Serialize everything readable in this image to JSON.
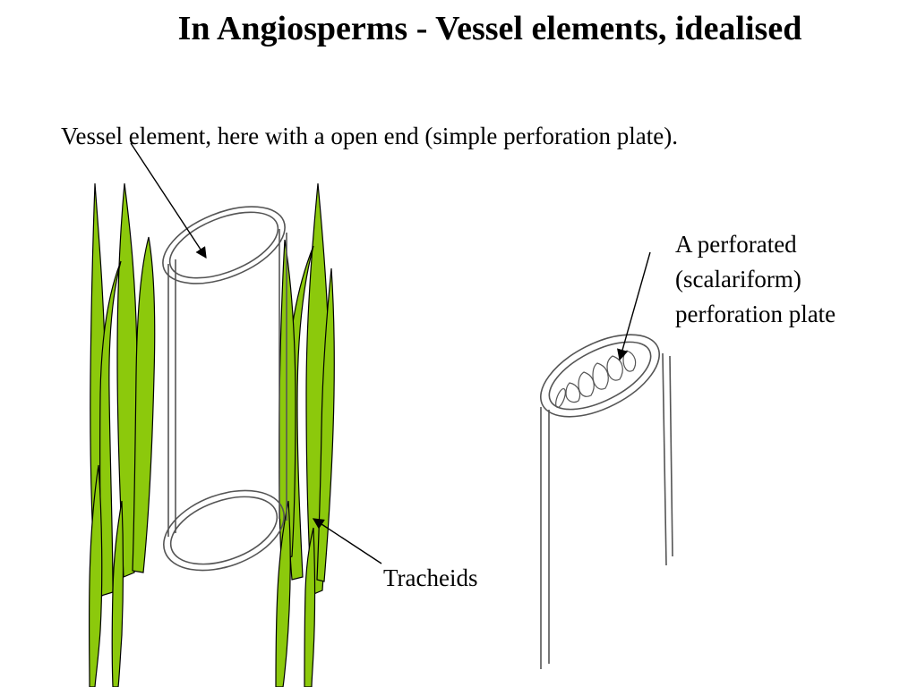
{
  "title": "In Angiosperms - Vessel elements, idealised",
  "labels": {
    "vessel_element": "Vessel element, here with a open end (simple perforation plate).",
    "perforation_plate_lines": [
      "A perforated",
      "(scalariform)",
      "perforation plate"
    ],
    "tracheids": "Tracheids"
  },
  "colors": {
    "tracheid_fill": "#8cc90c",
    "outline": "#000000",
    "vessel_stroke": "#555555"
  }
}
